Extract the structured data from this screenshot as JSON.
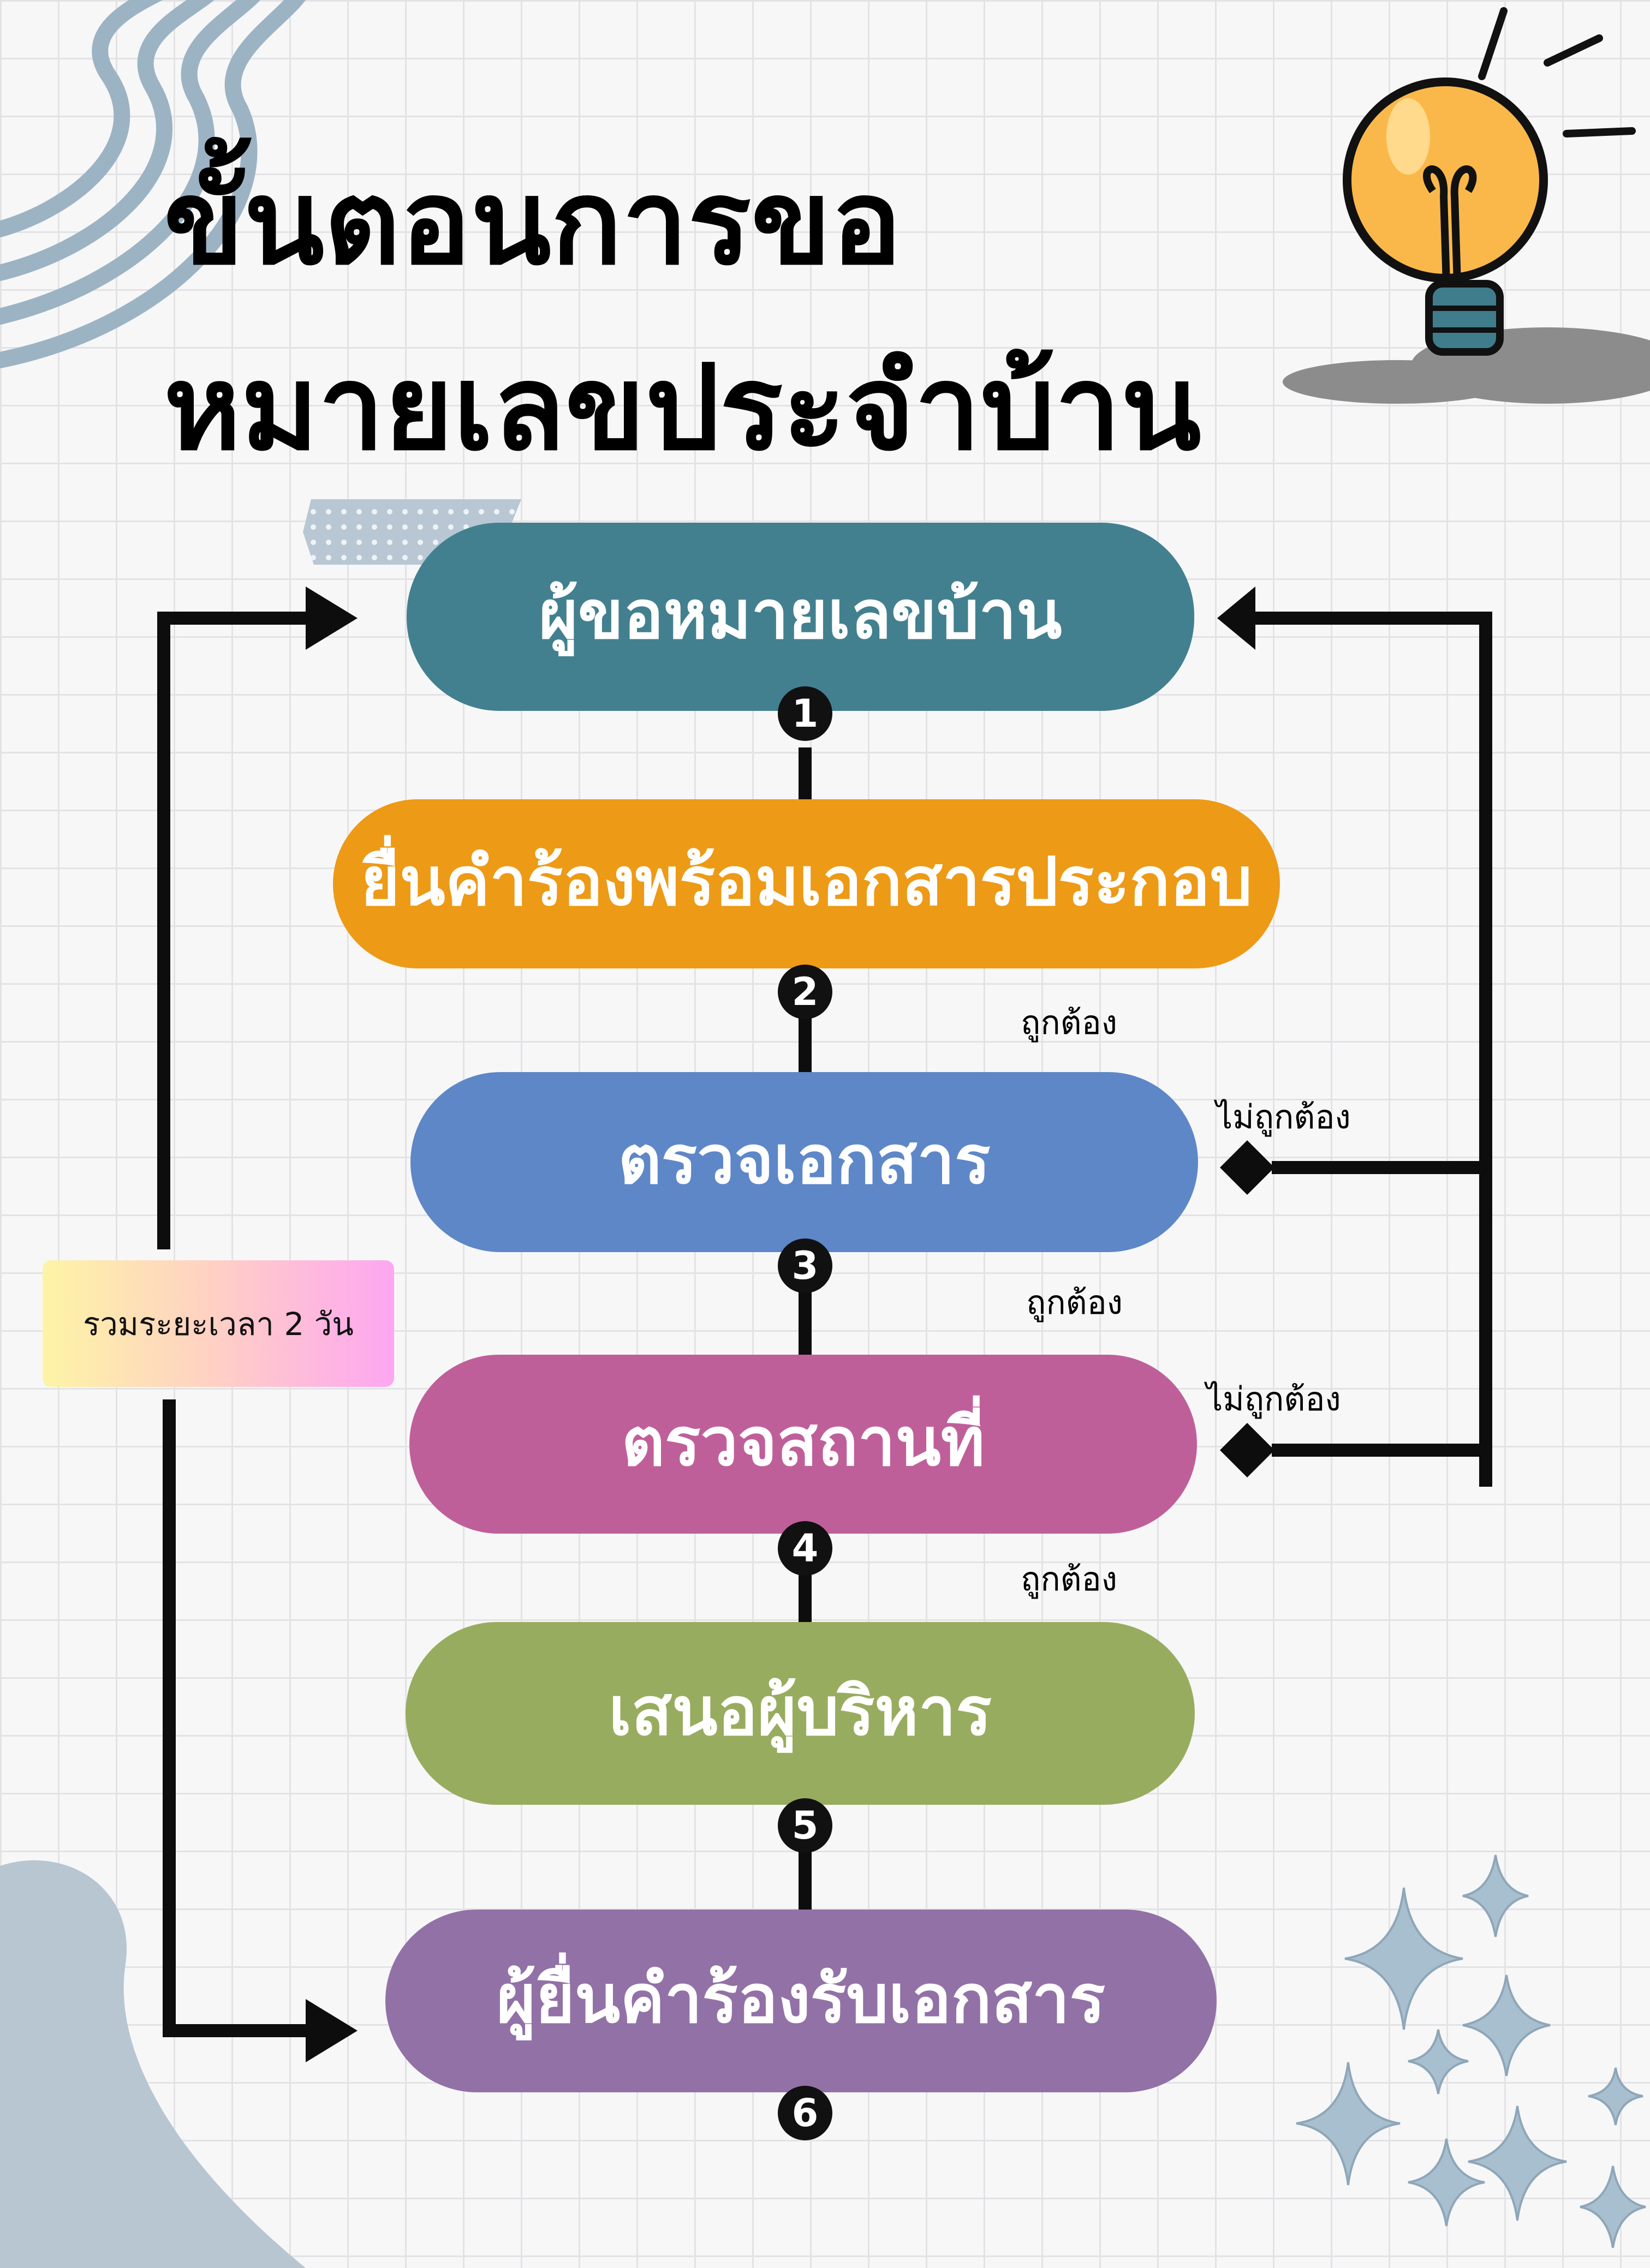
{
  "title": {
    "line1": "ขั้นตอนการขอ",
    "line2": "หมายเลขประจำบ้าน"
  },
  "steps": [
    {
      "label": "ผู้ขอหมายเลขบ้าน",
      "number": "1",
      "color": "#42808f"
    },
    {
      "label": "ยื่นคำร้องพร้อมเอกสารประกอบ",
      "number": "2",
      "color": "#ed9a16"
    },
    {
      "label": "ตรวจเอกสาร",
      "number": "3",
      "color": "#5e87c8"
    },
    {
      "label": "ตรวจสถานที่",
      "number": "4",
      "color": "#bf5f9a"
    },
    {
      "label": "เสนอผู้บริหาร",
      "number": "5",
      "color": "#98ac5f"
    },
    {
      "label": "ผู้ยื่นคำร้องรับเอกสาร",
      "number": "6",
      "color": "#9271a7"
    }
  ],
  "notes": {
    "correct": "ถูกต้อง",
    "incorrect": "ไม่ถูกต้อง"
  },
  "total_time": "รวมระยะเวลา 2 วัน",
  "colors": {
    "wave": "#9cb3c4",
    "bulb": "#fbb84a",
    "bulb_base": "#3f7d8c",
    "puddle": "#8c8c8c",
    "blob": "#b7c6d1",
    "sparkle": "#a8bfcf",
    "tape": "#b8c7d3"
  },
  "icons": [
    "wave-decoration",
    "lightbulb-icon",
    "sparkle-icon",
    "washi-tape",
    "blob-decoration"
  ]
}
